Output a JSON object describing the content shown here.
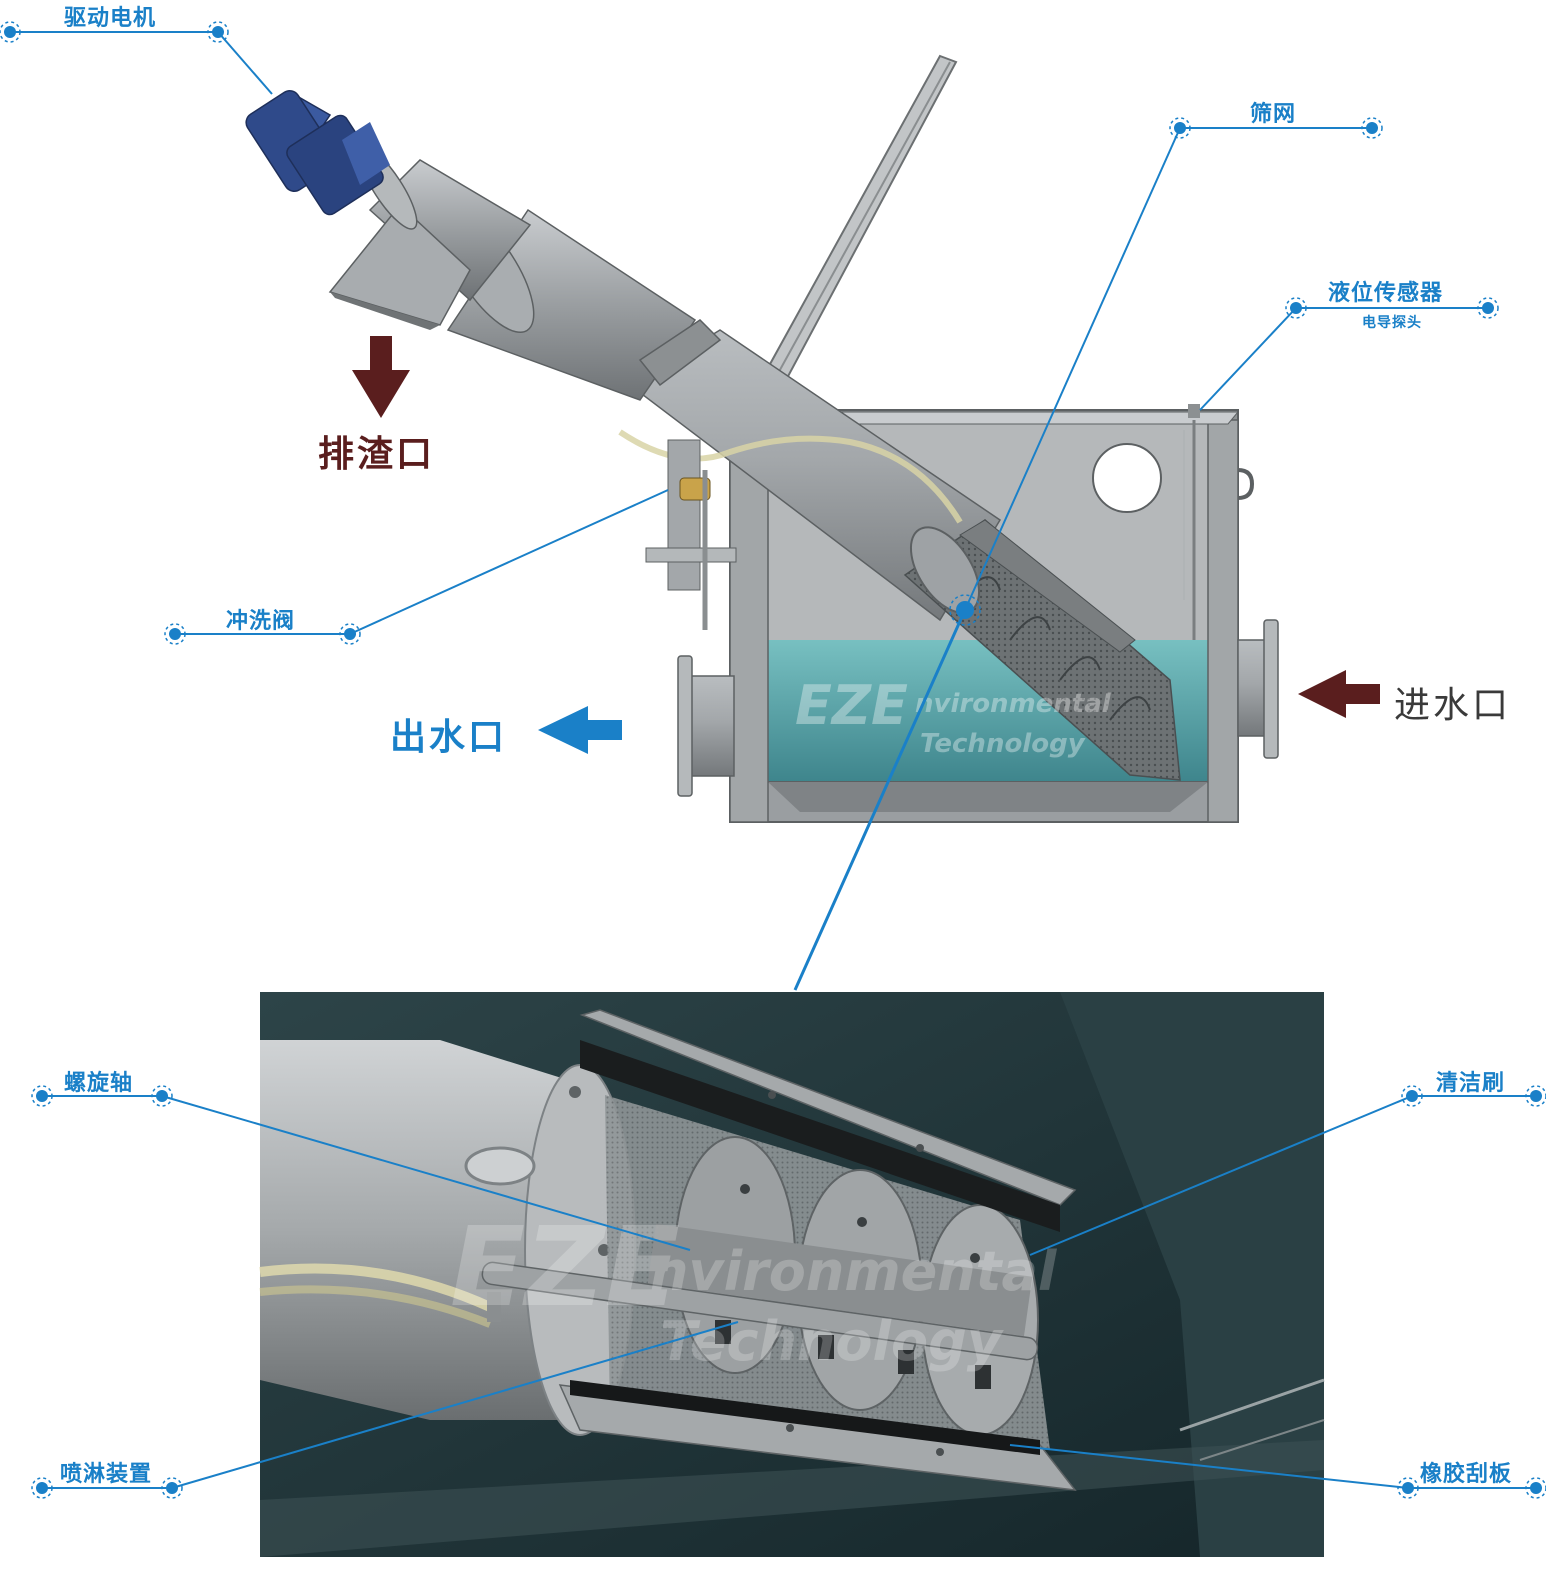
{
  "colors": {
    "accent": "#1a80c8",
    "outlet_arrow": "#1a80c8",
    "inlet_arrow": "#5a1e1e",
    "waste_arrow": "#5a1e1e",
    "steel": "#9a9ea1",
    "motor": "#2f4a8a",
    "water": "#3f9ba0",
    "detail_bg": "#21363a"
  },
  "labels": {
    "drive_motor": "驱动电机",
    "screen_mesh": "筛网",
    "level_sensor": "液位传感器",
    "level_sensor_sub": "电导探头",
    "flush_valve": "冲洗阀",
    "screw_shaft": "螺旋轴",
    "cleaning_brush": "清洁刷",
    "spray_device": "喷淋装置",
    "rubber_scraper": "橡胶刮板"
  },
  "flows": {
    "slag_outlet": "排渣口",
    "water_outlet": "出水口",
    "water_inlet": "进水口"
  },
  "watermark": {
    "letters": "EZE",
    "line1": "nvironmental",
    "line2": "Technology"
  }
}
